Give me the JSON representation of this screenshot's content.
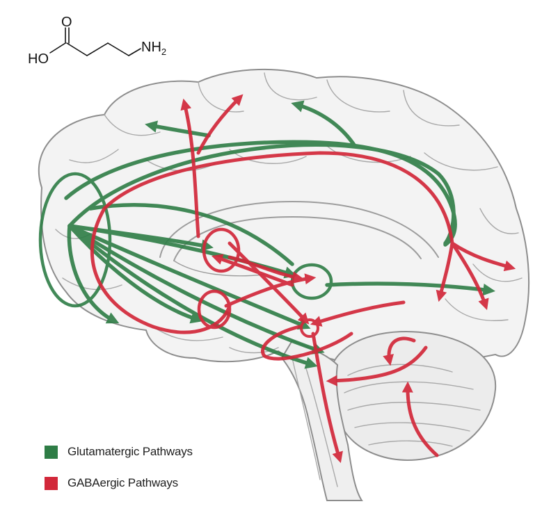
{
  "molecule": {
    "name_icon": "gaba-molecule-structure",
    "atoms": {
      "oxygen": "O",
      "hydroxyl": "HO",
      "amine": "NH",
      "subscript": "2"
    }
  },
  "legend": [
    {
      "id": "glutamatergic",
      "label": "Glutamatergic Pathways",
      "color": "#2e7d46"
    },
    {
      "id": "gabaergic",
      "label": "GABAergic Pathways",
      "color": "#d2283a"
    }
  ],
  "colors": {
    "green": "#2e7d46",
    "red": "#d2283a",
    "sketch": "#9a9a9a",
    "sketch_fill": "#f2f2f2"
  }
}
